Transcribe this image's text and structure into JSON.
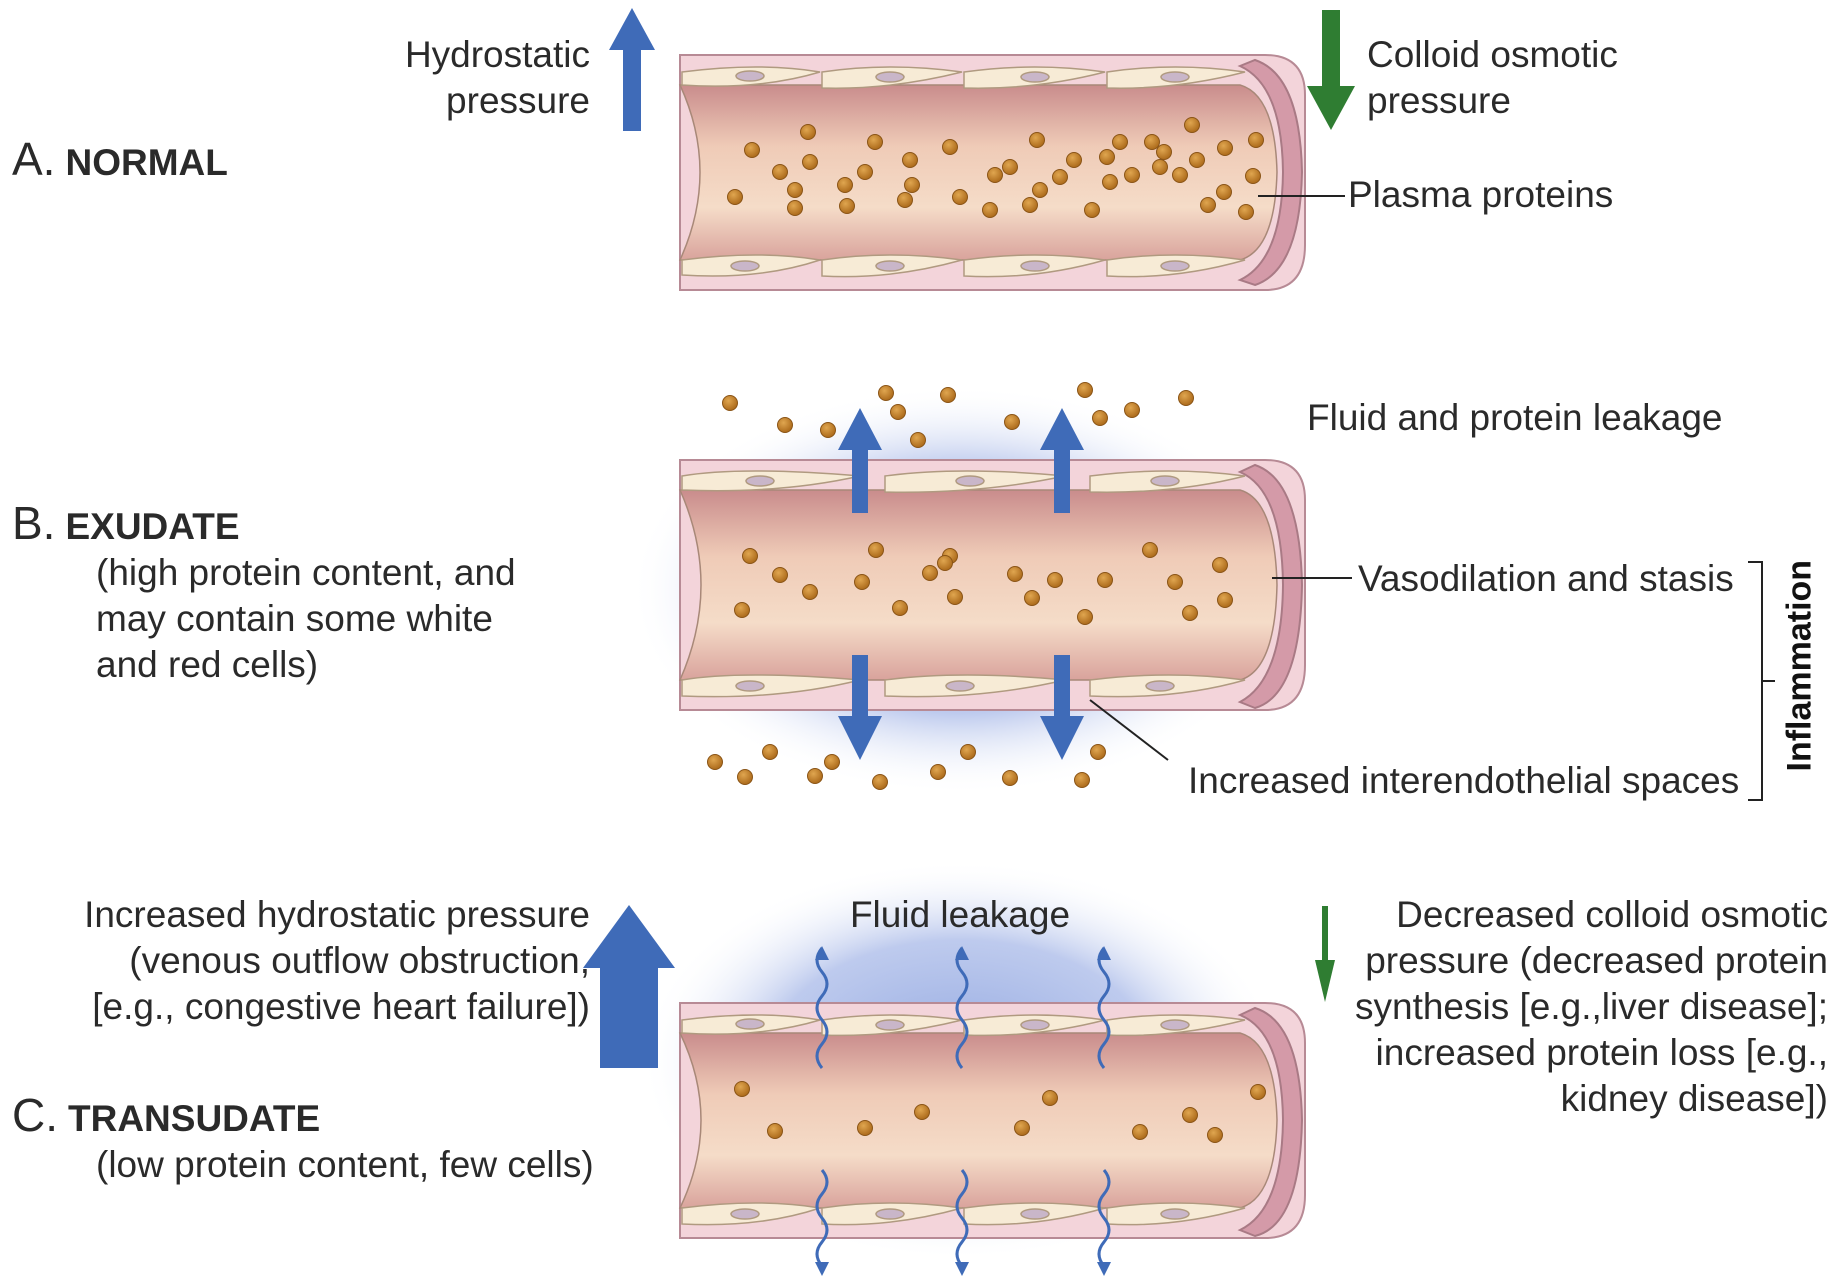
{
  "sections": {
    "normal": {
      "letter": "A.",
      "name": "NORMAL",
      "left_label": [
        "Hydrostatic",
        "pressure"
      ],
      "right_label": [
        "Colloid osmotic",
        "pressure"
      ],
      "callout": "Plasma proteins"
    },
    "exudate": {
      "letter": "B.",
      "name": "EXUDATE",
      "description": [
        "(high protein content, and",
        "may contain some white",
        "and red cells)"
      ],
      "top_label": "Fluid and protein leakage",
      "callout_1": "Vasodilation and stasis",
      "callout_2": "Increased interendothelial spaces",
      "bracket_label": "Inflammation"
    },
    "transudate": {
      "letter": "C.",
      "name": "TRANSUDATE",
      "description": "(low protein content, few cells)",
      "left_label": [
        "Increased hydrostatic pressure",
        "(venous outflow obstruction,",
        "[e.g., congestive heart failure])"
      ],
      "top_label": "Fluid leakage",
      "right_label": [
        "Decreased colloid osmotic",
        "pressure (decreased protein",
        "synthesis [e.g.,liver disease];",
        "increased protein loss [e.g.,",
        "kidney disease])"
      ]
    }
  },
  "colors": {
    "up_arrow": "#3f6bb8",
    "down_arrow_green": "#2f7d32",
    "protein": "#c8862c",
    "vessel_wall": "#f2cfd6",
    "lumen": "#e7b9a9",
    "leak_glow": "#9db0e3"
  }
}
